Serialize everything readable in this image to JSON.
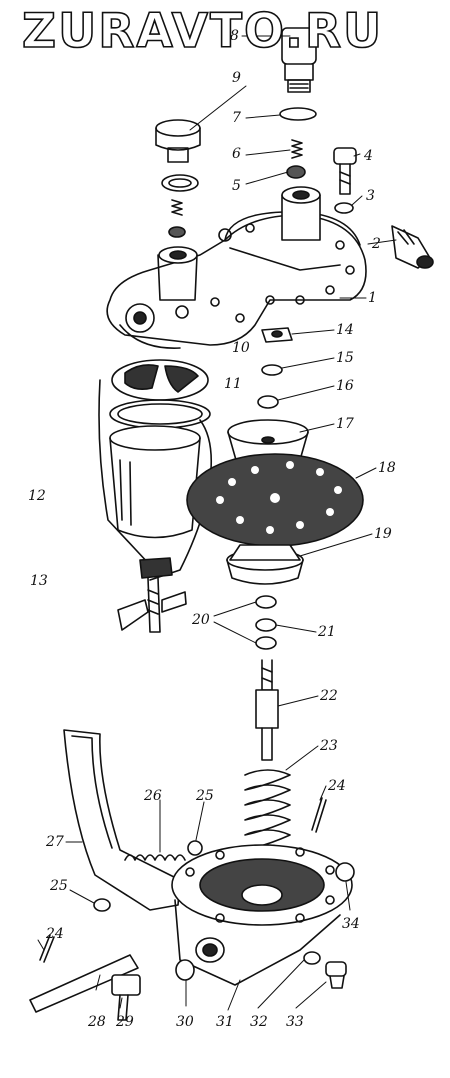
{
  "watermark": "ZURAVTO.RU",
  "callouts": [
    "1",
    "2",
    "3",
    "4",
    "5",
    "6",
    "7",
    "8",
    "9",
    "10",
    "11",
    "12",
    "13",
    "14",
    "15",
    "16",
    "17",
    "18",
    "19",
    "20",
    "21",
    "22",
    "23",
    "24",
    "24",
    "25",
    "25",
    "26",
    "27",
    "28",
    "29",
    "30",
    "31",
    "32",
    "33",
    "34"
  ]
}
